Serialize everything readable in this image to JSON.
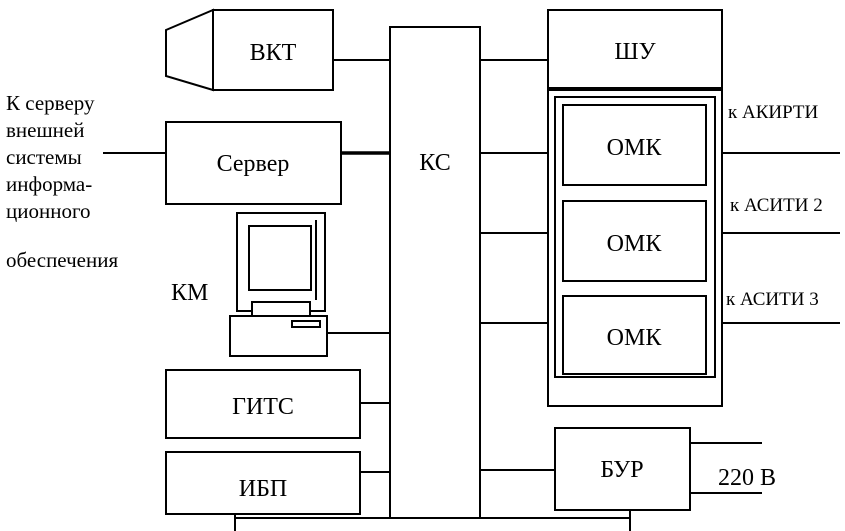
{
  "blocks": {
    "vkt": "ВКТ",
    "server": "Сервер",
    "ks": "КС",
    "shu": "ШУ",
    "omk1": "ОМК",
    "omk2": "ОМК",
    "omk3": "ОМК",
    "km": "КМ",
    "gits": "ГИТС",
    "ibp": "ИБП",
    "bur": "БУР"
  },
  "labels": {
    "external_server": [
      "К серверу",
      "внешней",
      "системы",
      "информа-",
      "ционного",
      "обеспечения"
    ],
    "to_akirti": "к АКИРТИ",
    "to_asiti2": "к АСИТИ 2",
    "to_asiti3": "к АСИТИ 3",
    "voltage": "220 В"
  },
  "icons": {
    "camera": "camera-icon",
    "computer": "computer-icon"
  }
}
